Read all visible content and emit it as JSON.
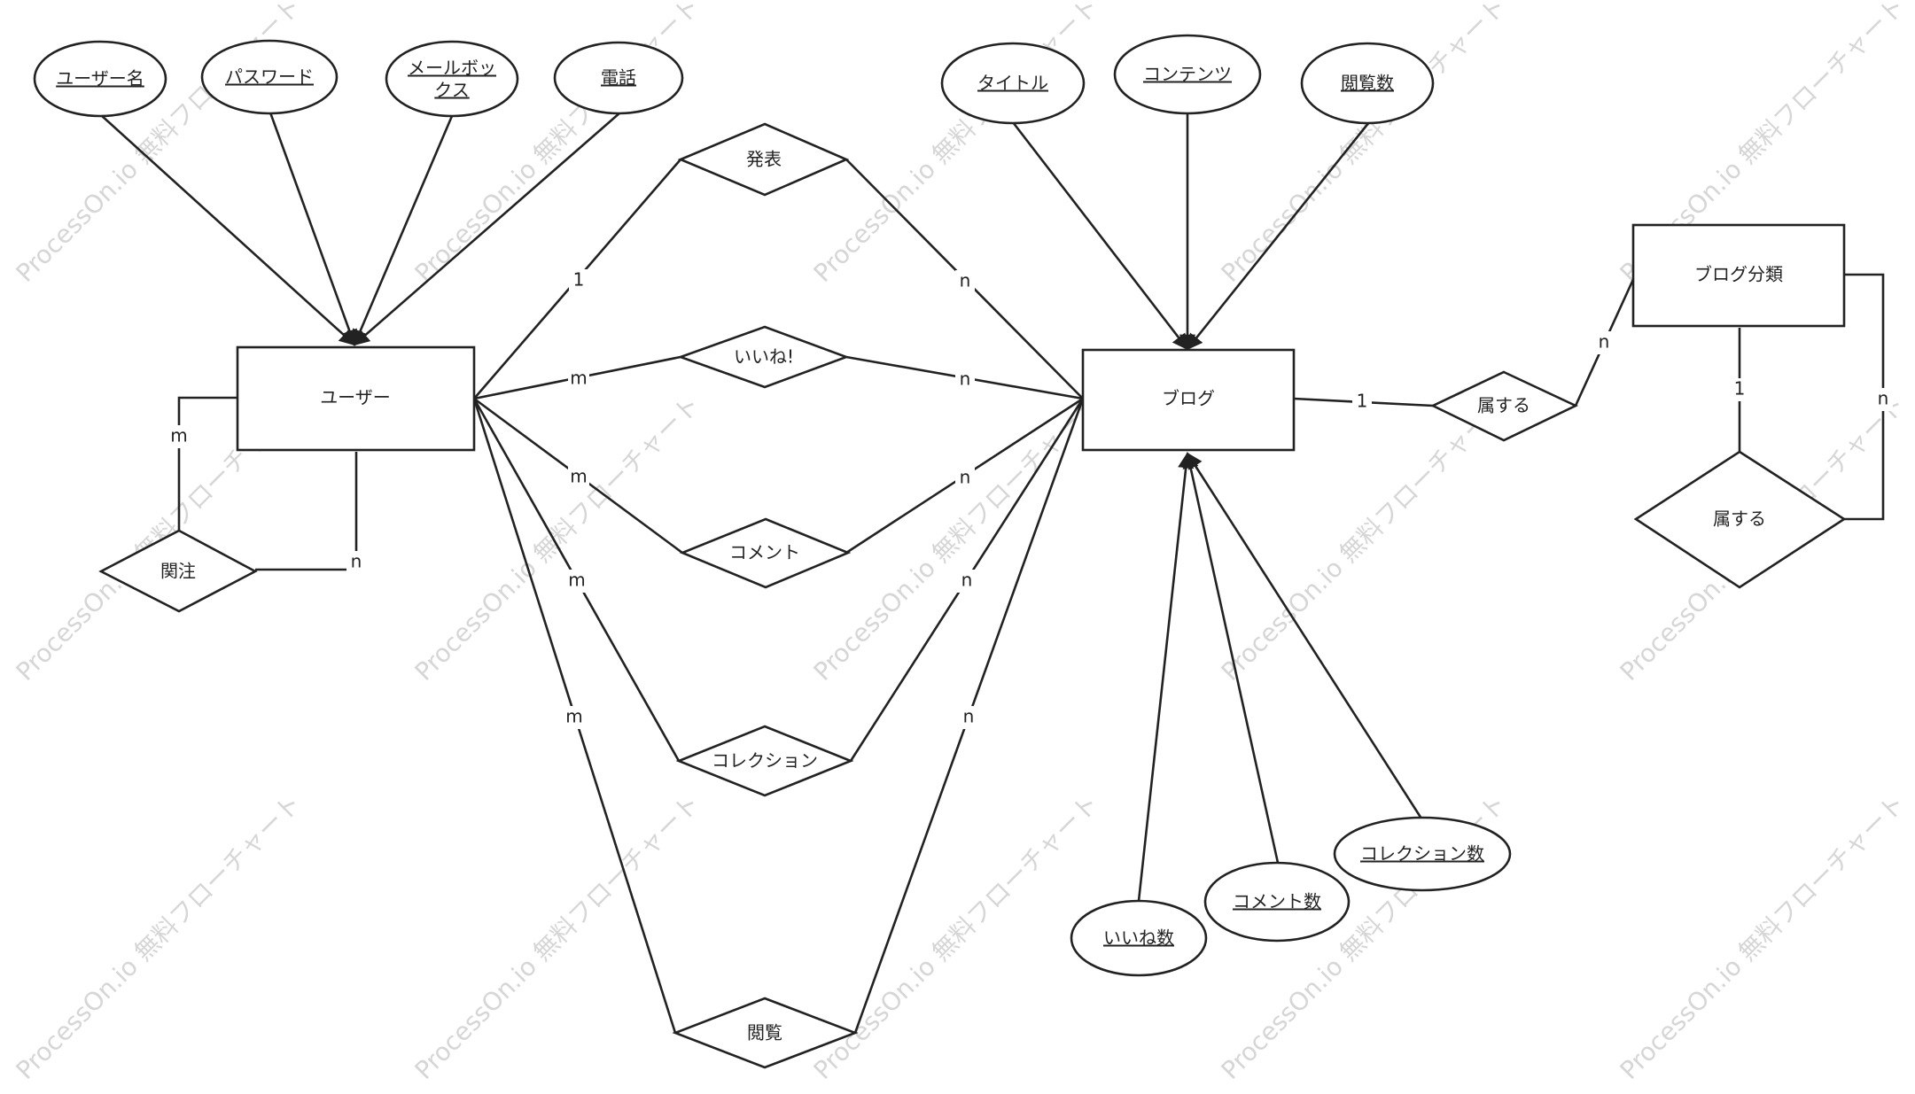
{
  "watermark": "ProcessOn.io 無料フローチャート",
  "entities": {
    "user": "ユーザー",
    "blog": "ブログ",
    "category": "ブログ分類"
  },
  "attributes": {
    "username": "ユーザー名",
    "password": "パスワード",
    "mailbox_line1": "メールボッ",
    "mailbox_line2": "クス",
    "phone": "電話",
    "title": "タイトル",
    "content": "コンテンツ",
    "views": "閲覧数",
    "likes_count": "いいね数",
    "comments_count": "コメント数",
    "collections_count": "コレクション数"
  },
  "relationships": {
    "publish": "発表",
    "like": "いいね!",
    "comment": "コメント",
    "collect": "コレクション",
    "view": "閲覧",
    "follow": "関注",
    "belongs_blog": "属する",
    "belongs_self": "属する"
  },
  "cardinalities": {
    "publish_user": "1",
    "publish_blog": "n",
    "like_user": "m",
    "like_blog": "n",
    "comment_user": "m",
    "comment_blog": "n",
    "collect_user": "m",
    "collect_blog": "n",
    "view_user": "m",
    "view_blog": "n",
    "follow_left": "m",
    "follow_right": "n",
    "blog_belongs": "1",
    "category_belongs": "n",
    "self_top": "1",
    "self_right": "n"
  }
}
